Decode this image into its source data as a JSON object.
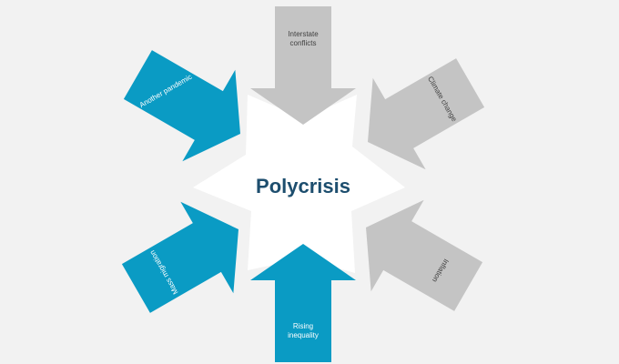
{
  "colors": {
    "background": "#f2f2f2",
    "center_fill": "#ffffff",
    "blue_arrow": "#0a9bc4",
    "gray_arrow": "#c4c4c4",
    "title_text": "#1d4e6e",
    "gray_text": "#3f3f3f",
    "blue_text": "#ffffff"
  },
  "center": {
    "title": "Polycrisis"
  },
  "arrows": [
    {
      "id": "interstate-conflicts",
      "lines": [
        "Interstate",
        "conflicts"
      ],
      "tone": "gray"
    },
    {
      "id": "climate-change",
      "lines": [
        "Climate change"
      ],
      "tone": "gray"
    },
    {
      "id": "inflation",
      "lines": [
        "Inflation"
      ],
      "tone": "gray"
    },
    {
      "id": "rising-inequality",
      "lines": [
        "Rising",
        "inequality"
      ],
      "tone": "blue"
    },
    {
      "id": "mass-migration",
      "lines": [
        "Mass migration"
      ],
      "tone": "blue"
    },
    {
      "id": "another-pandemic",
      "lines": [
        "Another pandemic"
      ],
      "tone": "blue"
    }
  ]
}
